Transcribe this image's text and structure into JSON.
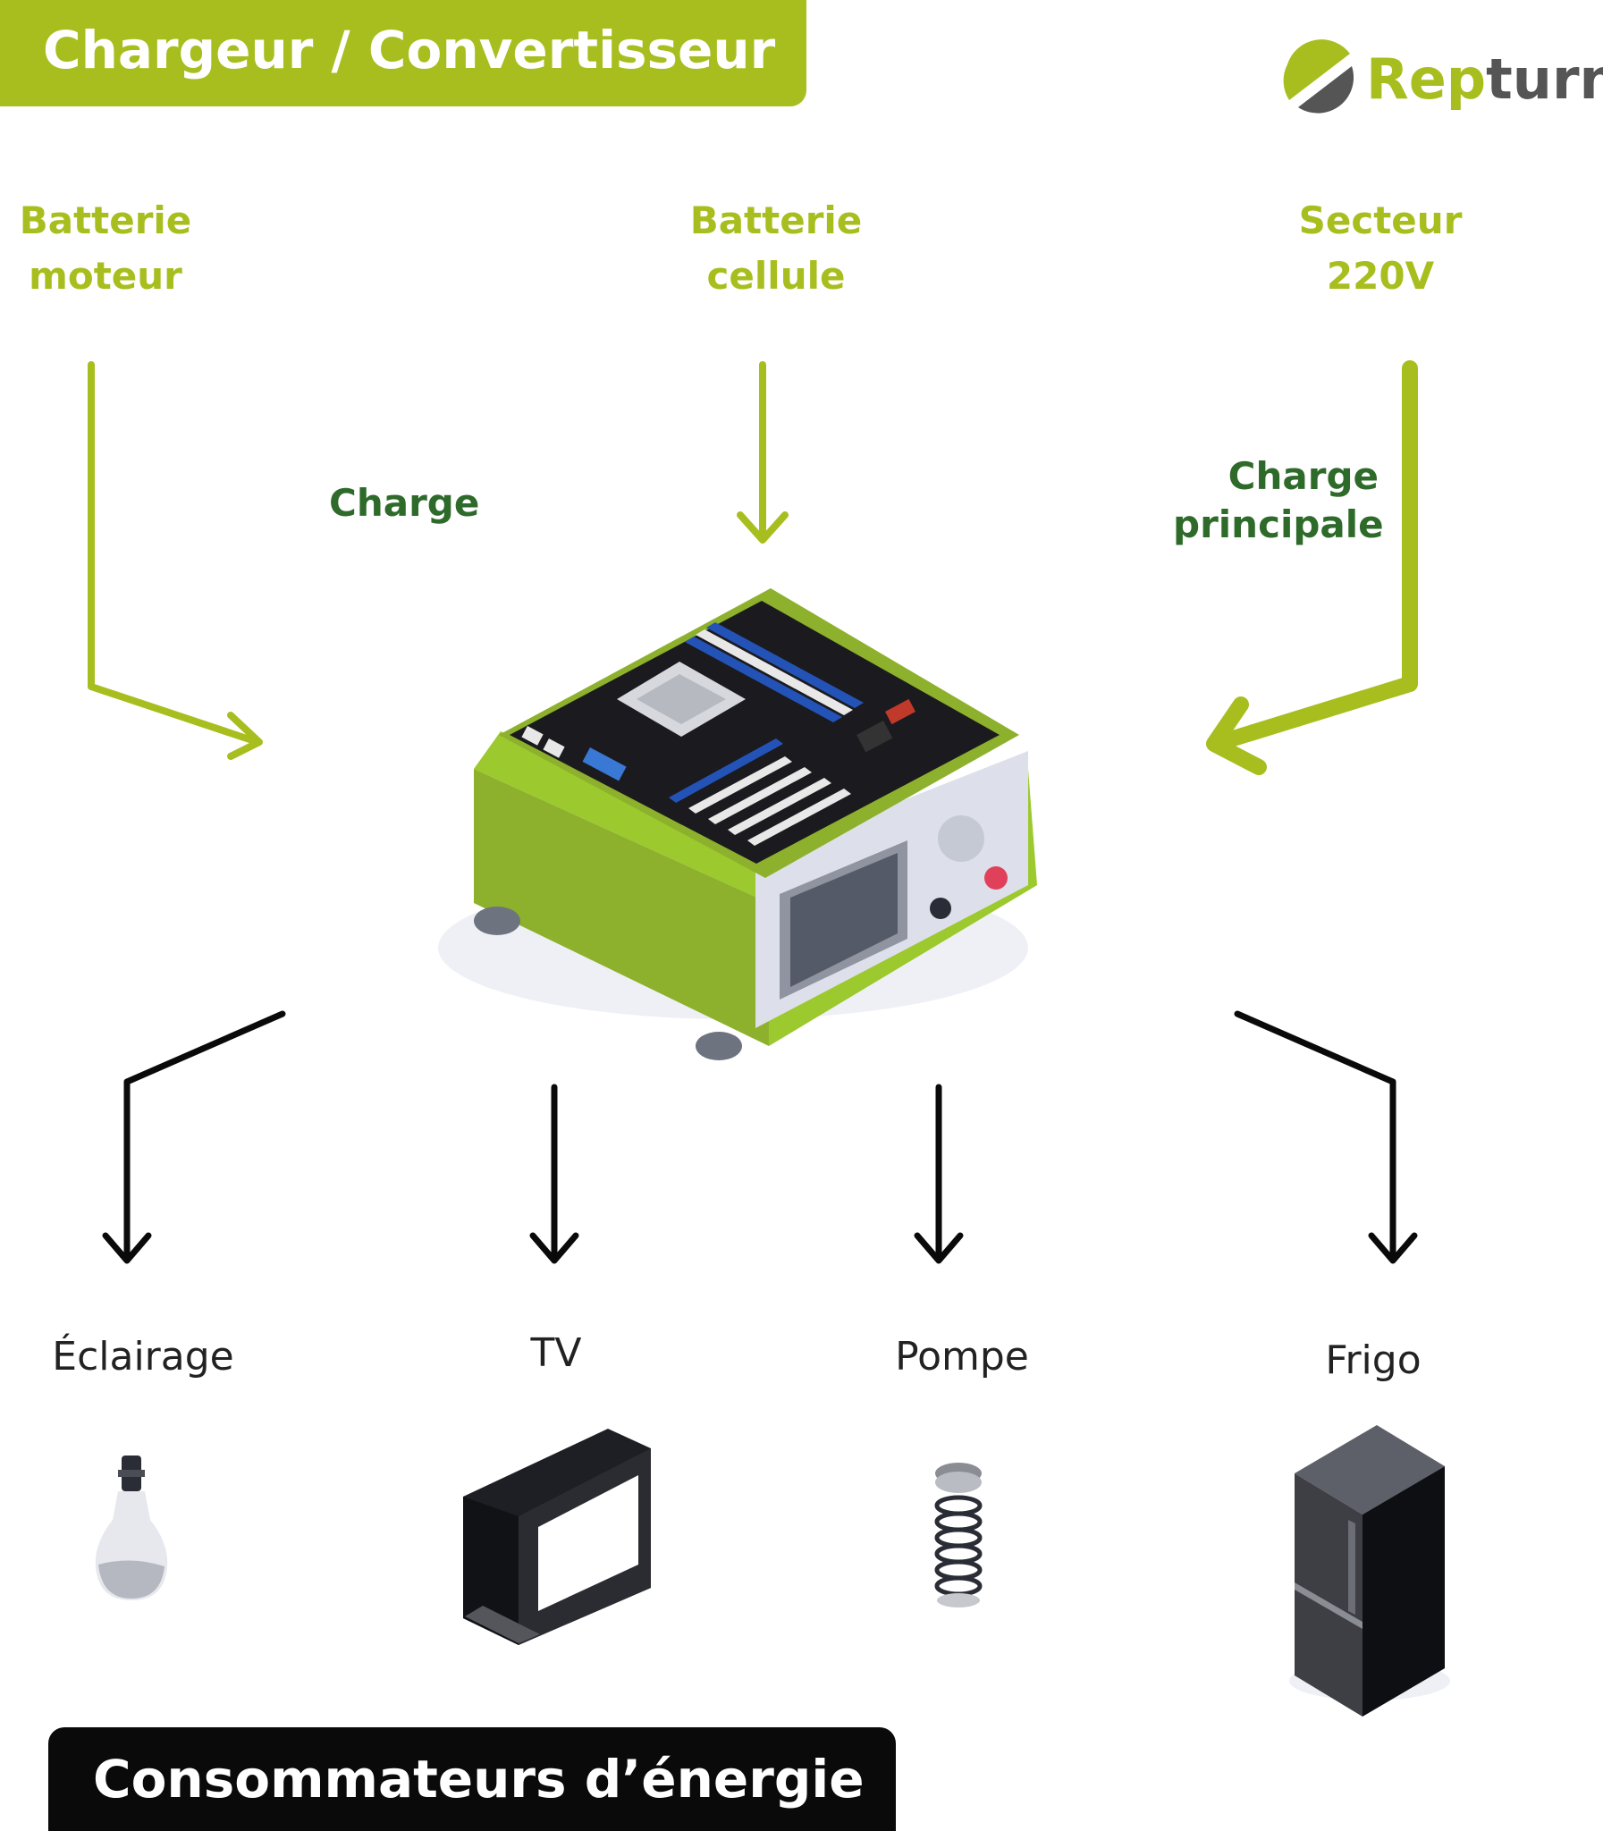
{
  "header": {
    "title": "Chargeur / Convertisseur"
  },
  "logo": {
    "part1": "Rep",
    "part2": "turn",
    "mark_colors": [
      "#a8be1e",
      "#555555"
    ]
  },
  "sources": [
    {
      "line1": "Batterie",
      "line2": "moteur"
    },
    {
      "line1": "Batterie",
      "line2": "cellule"
    },
    {
      "line1": "Secteur",
      "line2": "220V"
    }
  ],
  "flow_labels": {
    "charge": "Charge",
    "main_charge_line1": "Charge",
    "main_charge_line2": "principale"
  },
  "consumers": [
    {
      "label": "Éclairage",
      "icon": "light-bulb-icon"
    },
    {
      "label": "TV",
      "icon": "tv-icon"
    },
    {
      "label": "Pompe",
      "icon": "pump-spring-icon"
    },
    {
      "label": "Frigo",
      "icon": "fridge-icon"
    }
  ],
  "footer": {
    "title": "Consommateurs d’énergie"
  },
  "colors": {
    "accent": "#a8be1e",
    "dark_green": "#2e6b2a",
    "black": "#0a0a0a"
  }
}
